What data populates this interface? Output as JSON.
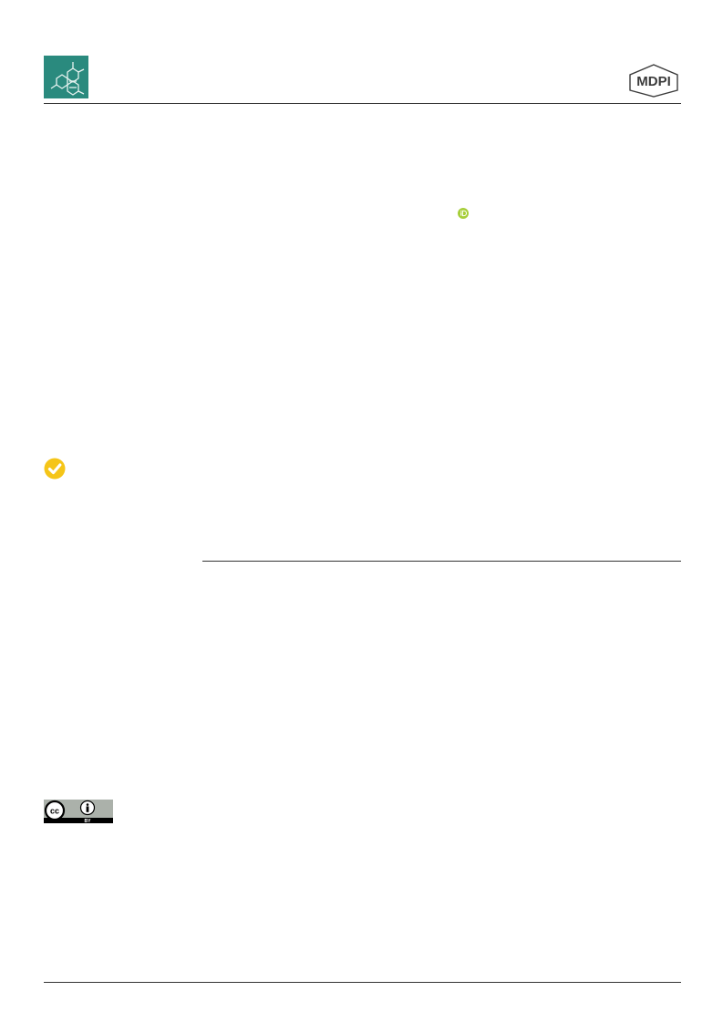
{
  "header": {
    "journal_logo": {
      "icon": "molecule-icon",
      "color": "#2a8a7e"
    },
    "publisher_logo": {
      "text": "MDPI",
      "color": "#3b3b3b"
    }
  },
  "author_block": {
    "orcid_icon": {
      "icon": "orcid-icon",
      "color": "#a6ce39"
    }
  },
  "sidebar": {
    "check_for_updates": {
      "icon": "check-for-updates-icon",
      "color": "#f5c518"
    },
    "license": {
      "icon": "cc-by-icon",
      "cc_text": "cc",
      "by_text": "BY",
      "color": "#abb1aa"
    }
  }
}
